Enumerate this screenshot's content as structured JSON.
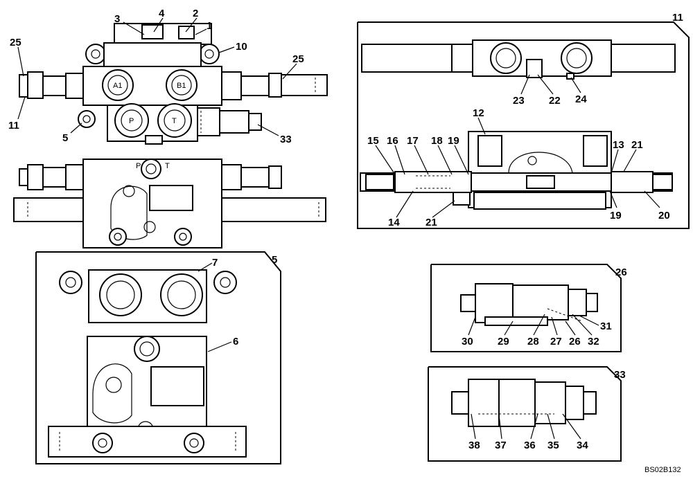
{
  "drawing_ref": "BS02B132",
  "panels": {
    "panel_5": {
      "callout": "5"
    },
    "panel_11": {
      "callout": "11"
    },
    "panel_26": {
      "callout": "26"
    },
    "panel_33": {
      "callout": "33"
    }
  },
  "part_labels": {
    "top_view": [
      "3",
      "4",
      "2",
      "1",
      "10",
      "25",
      "25",
      "11",
      "5",
      "33"
    ],
    "panel_11": [
      "23",
      "22",
      "24",
      "12",
      "15",
      "16",
      "17",
      "18",
      "19",
      "13",
      "21",
      "14",
      "21",
      "19",
      "20"
    ],
    "panel_5": [
      "7",
      "6"
    ],
    "panel_26": [
      "30",
      "29",
      "28",
      "27",
      "26",
      "32",
      "31"
    ],
    "panel_33": [
      "38",
      "37",
      "36",
      "35",
      "34"
    ]
  },
  "port_marks": {
    "a1": "A1",
    "b1": "B1",
    "p": "P",
    "t": "T",
    "p_small": "P",
    "t_small": "T"
  }
}
